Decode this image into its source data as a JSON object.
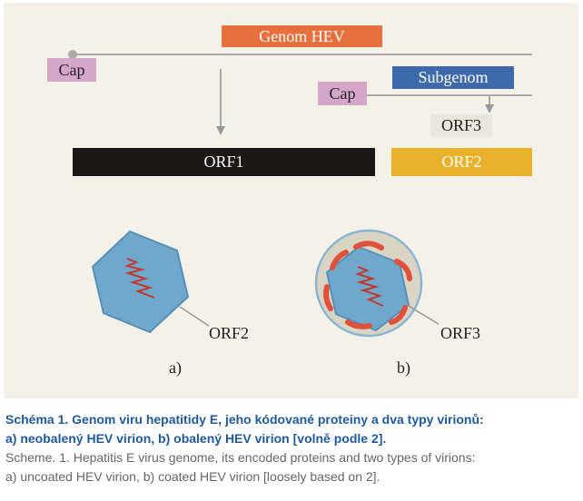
{
  "diagram": {
    "genome_label": "Genom HEV",
    "cap_label_1": "Cap",
    "subgenome_label": "Subgenom",
    "cap_label_2": "Cap",
    "orf3_label_top": "ORF3",
    "orf1_label": "ORF1",
    "orf2_label_bar": "ORF2",
    "virion_a_orf_label": "ORF2",
    "virion_b_orf_label": "ORF3",
    "panel_a_label": "a)",
    "panel_b_label": "b)",
    "colors": {
      "background": "#f4f2e8",
      "genome": "#e8703d",
      "cap": "#d4a6c8",
      "subgenome": "#3e6aab",
      "orf1": "#1b1817",
      "orf2": "#eab12a",
      "capsid": "#6fa8cc",
      "rna": "#c0392b",
      "envelope": "#d9d4c4",
      "orf3_protein": "#e0503a"
    }
  },
  "caption": {
    "czech_line1": "Schéma 1. Genom viru hepatitidy E, jeho kódované proteiny a dva typy virionů:",
    "czech_line2": "a) neobalený HEV virion, b) obalený HEV virion [volně podle 2].",
    "english_line1": "Scheme. 1. Hepatitis E virus genome, its encoded proteins and two types of virions:",
    "english_line2": "a) uncoated HEV virion, b) coated HEV virion [loosely based on 2]."
  }
}
